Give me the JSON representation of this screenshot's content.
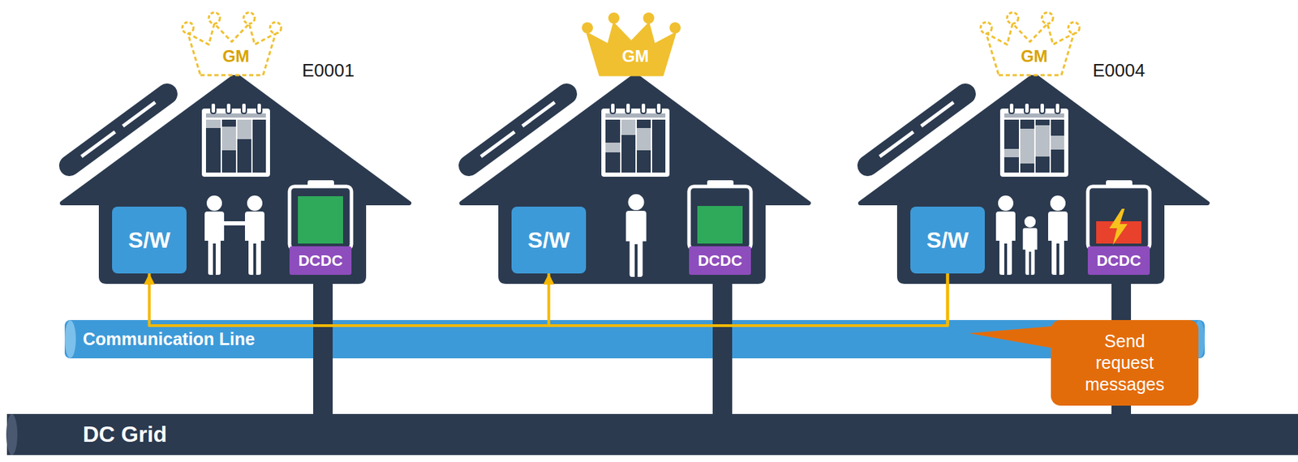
{
  "diagram": {
    "nodes": [
      {
        "text": [
          "GM"
        ]
      },
      {
        "text": [
          "GM"
        ]
      },
      {
        "text": [
          "GM"
        ]
      },
      {
        "text": [
          "S/W"
        ]
      },
      {
        "text": [
          "DCDC"
        ]
      },
      {
        "text": [
          "S/W"
        ]
      },
      {
        "text": [
          "DCDC"
        ]
      },
      {
        "text": [
          "S/W"
        ]
      },
      {
        "text": [
          "DCDC"
        ]
      },
      {
        "text": [
          "Communication Line"
        ]
      },
      {
        "text": [
          "Send request messages"
        ]
      },
      {
        "text": [
          "DC Grid"
        ]
      }
    ],
    "edges": [
      {
        "from": 7,
        "to": 3,
        "arrow": "to"
      },
      {
        "from": 7,
        "to": 5,
        "arrow": "to"
      }
    ],
    "labels": [
      "E0001",
      "E0004"
    ]
  }
}
